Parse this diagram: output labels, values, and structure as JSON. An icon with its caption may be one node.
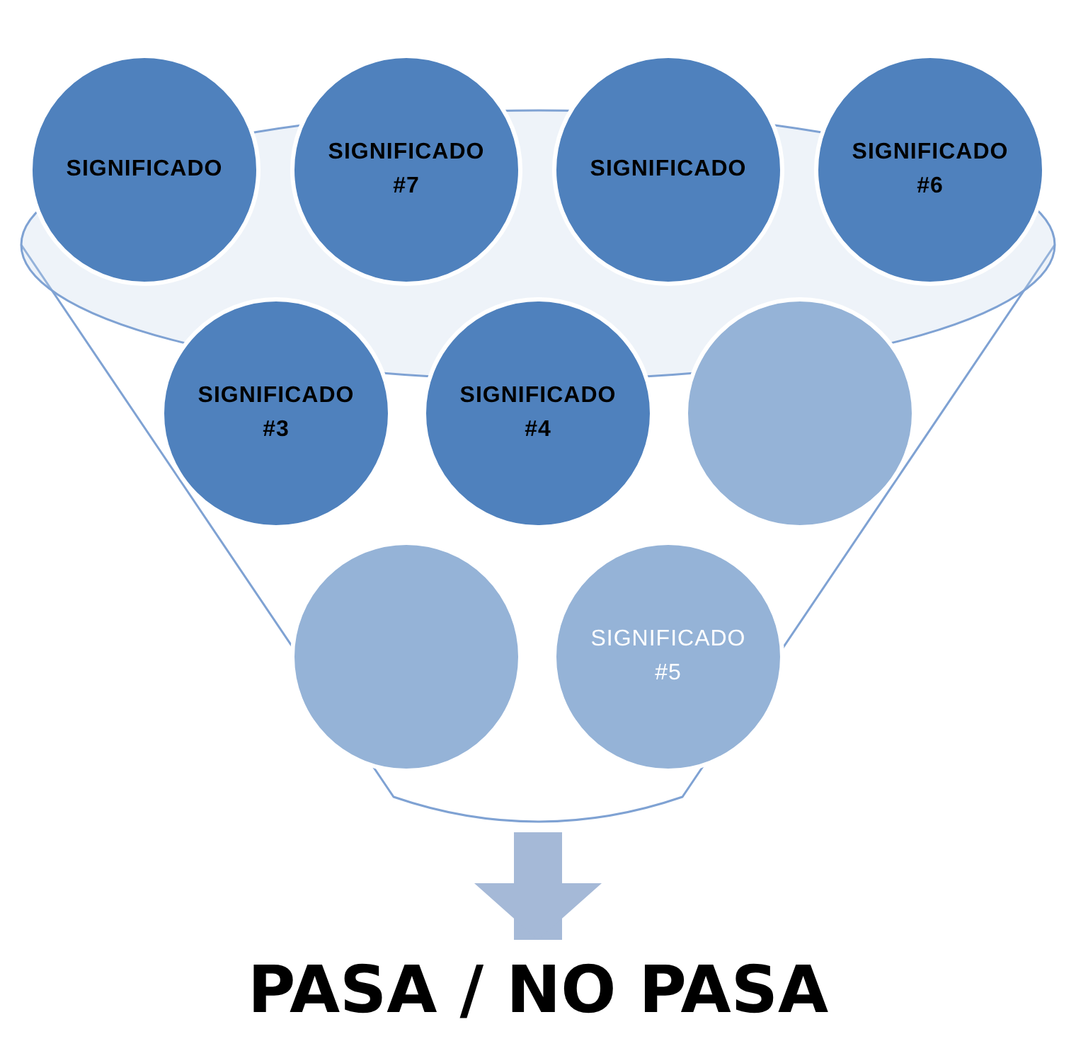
{
  "diagram": {
    "nodes": [
      {
        "text": [],
        "shape": "funnel"
      },
      {
        "text": [
          "SIGNIFICADO"
        ]
      },
      {
        "text": [
          "SIGNIFICADO"
        ]
      },
      {
        "text": [
          "SIGNIFICADO #7"
        ]
      },
      {
        "text": [
          "SIGNIFICADO #6"
        ]
      },
      {
        "text": [
          "SIGNIFICADO #4"
        ],
        "in": 0
      },
      {
        "text": [
          "SIGNIFICADO #3"
        ],
        "in": 0
      },
      {
        "text": [],
        "shape": "circle",
        "in": 0
      },
      {
        "text": [],
        "shape": "circle",
        "in": 0
      },
      {
        "text": [
          "SIGNIFICADO #5"
        ],
        "in": 0
      },
      {
        "text": [
          "PASA / NO PASA"
        ]
      }
    ],
    "edges": [
      {
        "from": 0,
        "to": 10,
        "arrow": "to"
      }
    ]
  }
}
